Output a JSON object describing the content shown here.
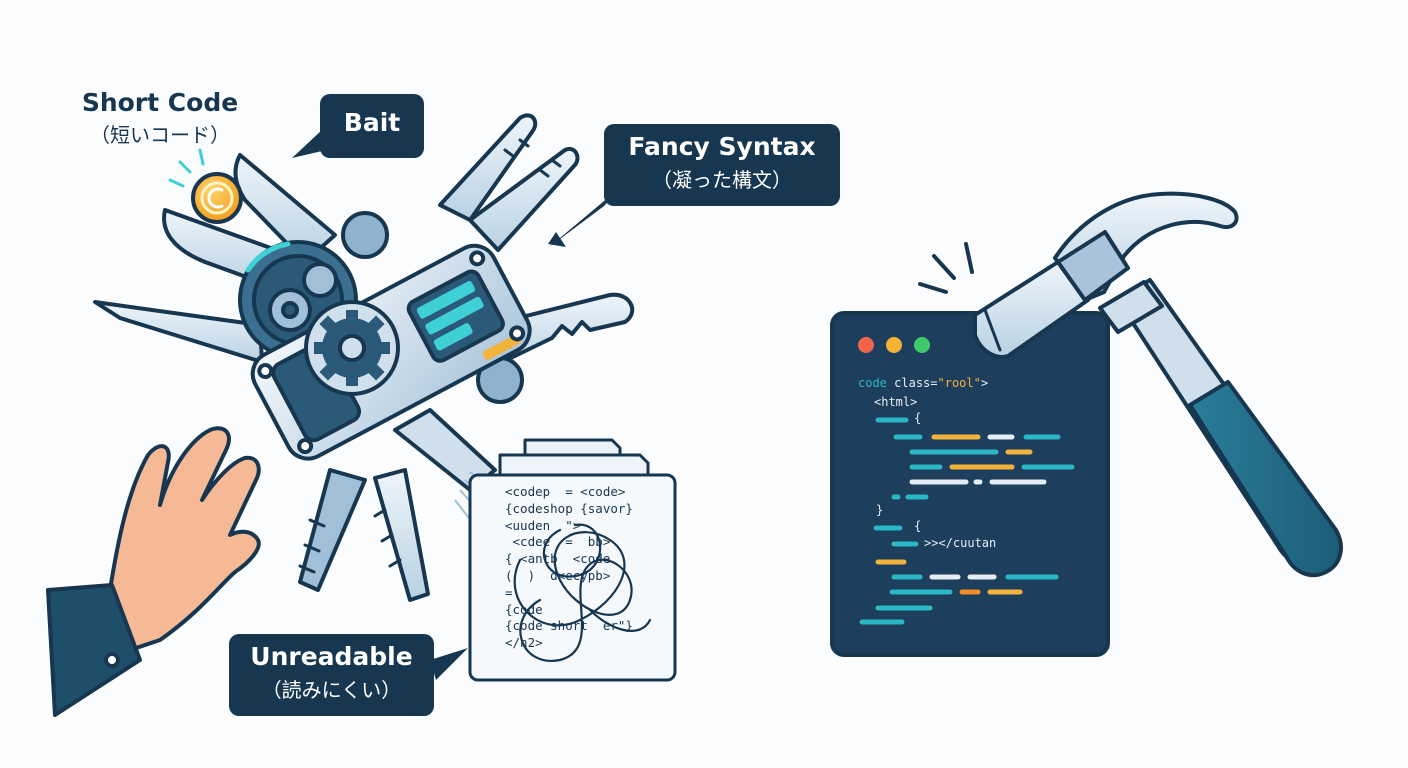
{
  "labels": {
    "short_code": {
      "line1": "Short Code",
      "line2": "（短いコード）"
    },
    "bait": {
      "line1": "Bait"
    },
    "fancy_syntax": {
      "line1": "Fancy Syntax",
      "line2": "（凝った構文）"
    },
    "unreadable": {
      "line1": "Unreadable",
      "line2": "（読みにくい）"
    }
  },
  "messy_code_lines": [
    "<codep  = <code>",
    "{codeshop {savor}",
    "<uuden  \">",
    " <cdee  =  bb>",
    "{ <antb  <code",
    "(  )  d<ecypb>",
    "=",
    "{code",
    "{code short  er\"}",
    "</h2>"
  ],
  "clean_code": {
    "line1_tag": "code",
    "line1_attr": "class=",
    "line1_value": "\"rool\"",
    "line1_end": ">",
    "line2": "<html>",
    "line3": "{",
    "line4": "}",
    "line5": "{",
    "line6": ">></cuutan"
  },
  "colors": {
    "navy": "#173650",
    "teal": "#2bb7c4",
    "yellow": "#f2b33a",
    "orange": "#f28c28",
    "editor_bg": "#1d3e5c",
    "dot_red": "#f0654a",
    "dot_yellow": "#f5b335",
    "dot_green": "#3fc96a"
  },
  "icons": [
    "multitool-icon",
    "gear-icon",
    "coin-icon",
    "hand-icon",
    "hammer-icon",
    "code-window-icon",
    "tangled-paper-icon"
  ]
}
